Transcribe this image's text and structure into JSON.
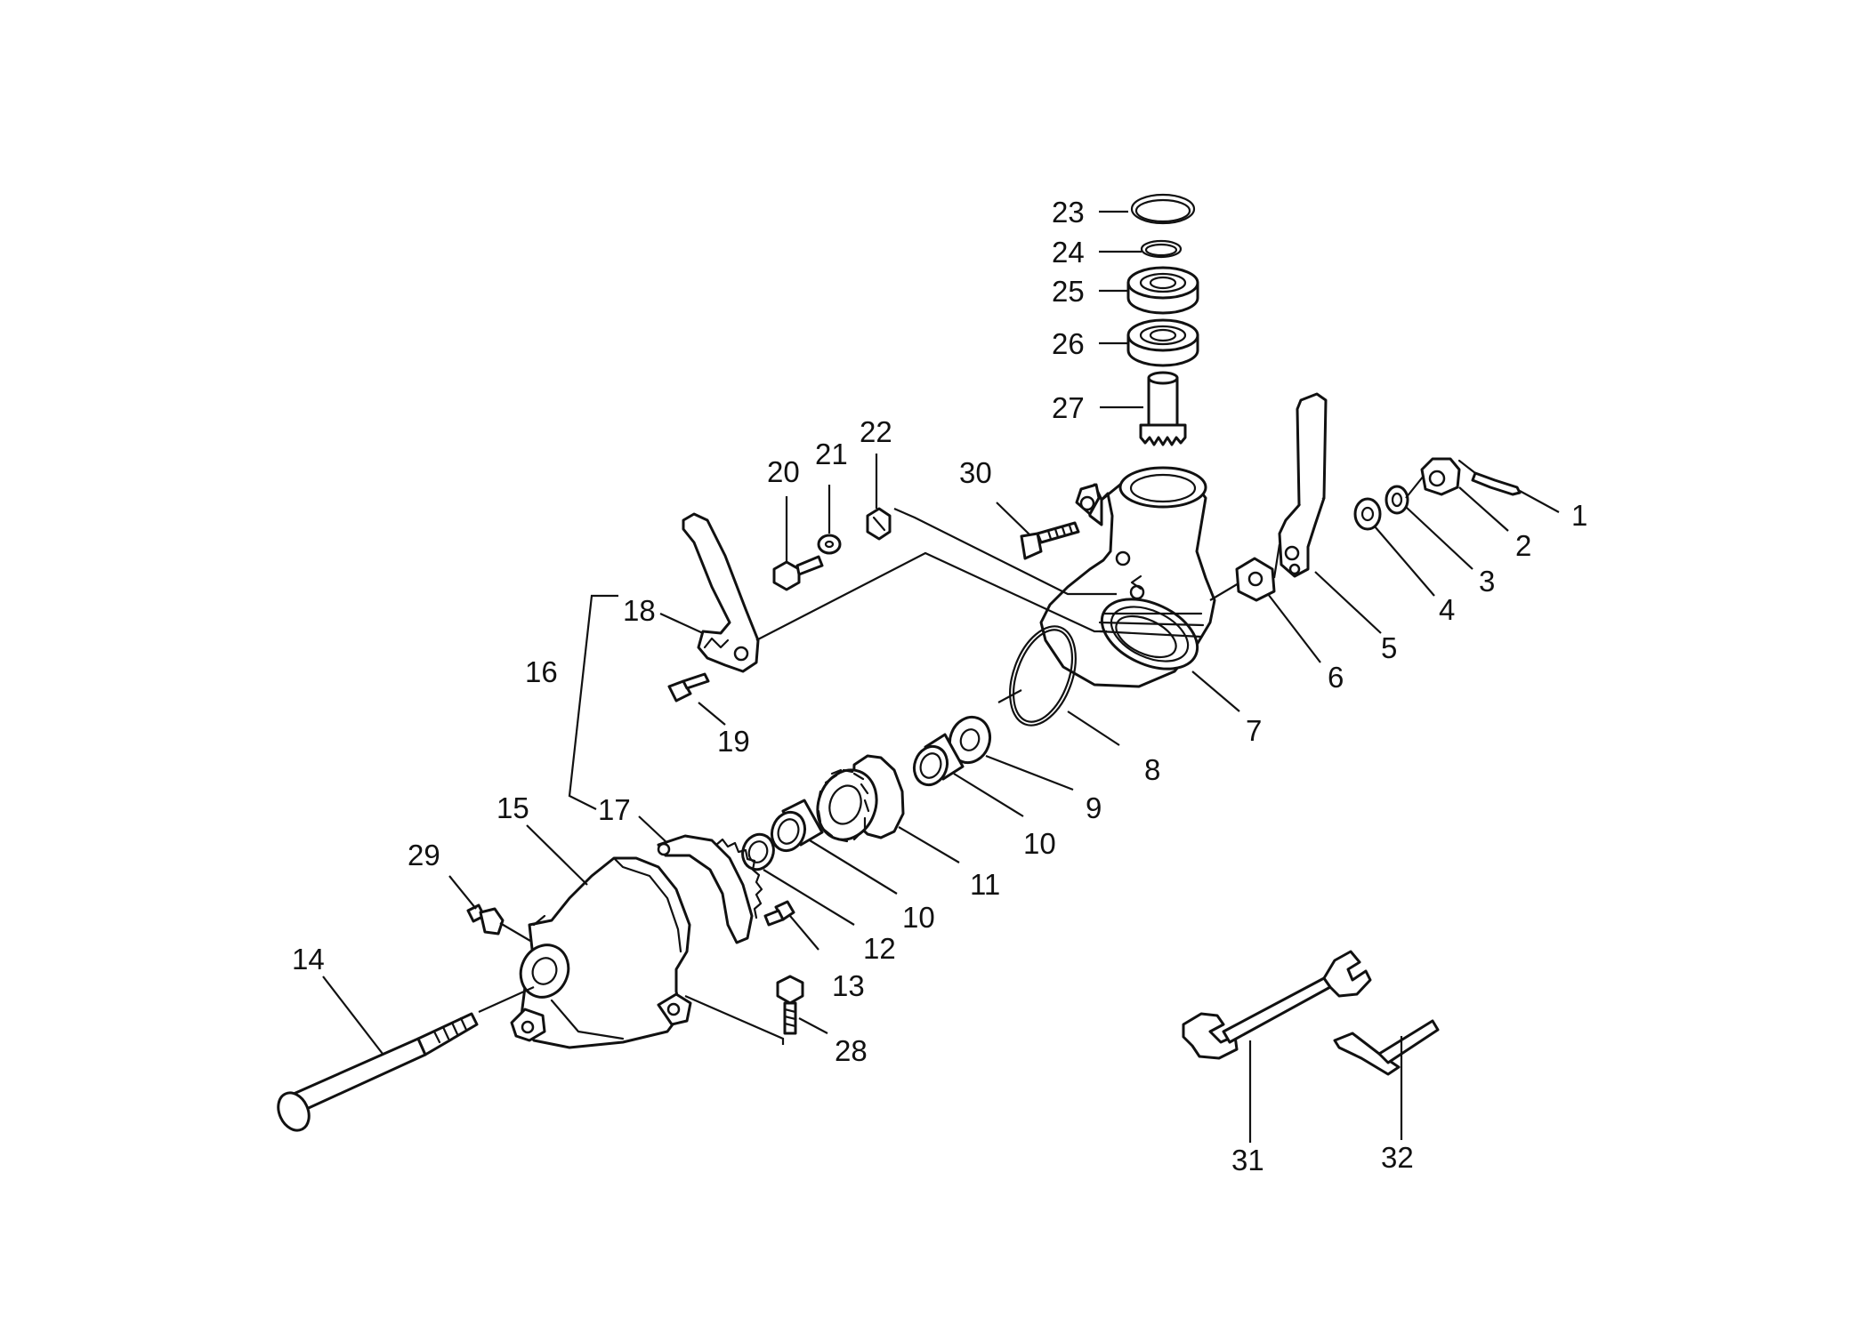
{
  "callouts": [
    {
      "id": "c1",
      "text": "1"
    },
    {
      "id": "c2",
      "text": "2"
    },
    {
      "id": "c3",
      "text": "3"
    },
    {
      "id": "c4",
      "text": "4"
    },
    {
      "id": "c5",
      "text": "5"
    },
    {
      "id": "c6",
      "text": "6"
    },
    {
      "id": "c7",
      "text": "7"
    },
    {
      "id": "c8",
      "text": "8"
    },
    {
      "id": "c9",
      "text": "9"
    },
    {
      "id": "c10a",
      "text": "10"
    },
    {
      "id": "c10b",
      "text": "10"
    },
    {
      "id": "c11",
      "text": "11"
    },
    {
      "id": "c12",
      "text": "12"
    },
    {
      "id": "c13",
      "text": "13"
    },
    {
      "id": "c14",
      "text": "14"
    },
    {
      "id": "c15",
      "text": "15"
    },
    {
      "id": "c16",
      "text": "16"
    },
    {
      "id": "c17",
      "text": "17"
    },
    {
      "id": "c18",
      "text": "18"
    },
    {
      "id": "c19",
      "text": "19"
    },
    {
      "id": "c20",
      "text": "20"
    },
    {
      "id": "c21",
      "text": "21"
    },
    {
      "id": "c22",
      "text": "22"
    },
    {
      "id": "c23",
      "text": "23"
    },
    {
      "id": "c24",
      "text": "24"
    },
    {
      "id": "c25",
      "text": "25"
    },
    {
      "id": "c26",
      "text": "26"
    },
    {
      "id": "c27",
      "text": "27"
    },
    {
      "id": "c28",
      "text": "28"
    },
    {
      "id": "c29",
      "text": "29"
    },
    {
      "id": "c30",
      "text": "30"
    },
    {
      "id": "c31",
      "text": "31"
    },
    {
      "id": "c32",
      "text": "32"
    }
  ]
}
